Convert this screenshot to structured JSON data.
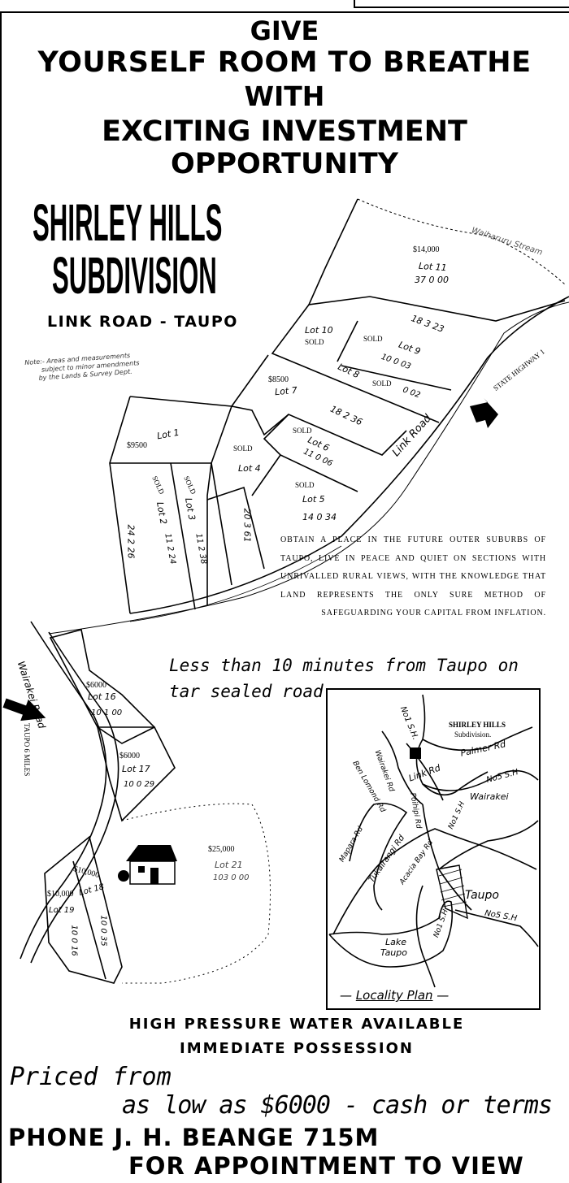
{
  "headline": {
    "line1": "GIVE",
    "line2": "YOURSELF ROOM TO BREATHE",
    "line3": "WITH",
    "line4": "EXCITING INVESTMENT",
    "line5": "OPPORTUNITY"
  },
  "subdivision": {
    "name_line1": "SHIRLEY HILLS",
    "name_line2": "SUBDIVISION",
    "location": "LINK ROAD - TAUPO",
    "note": [
      "Note:- Areas and measurements",
      "subject to minor amendments",
      "by the Lands & Survey Dept."
    ]
  },
  "lots": [
    {
      "name": "Lot 11",
      "price": "$14,000",
      "area": "37 0 00"
    },
    {
      "name": "Lot 10",
      "status": "SOLD",
      "area": "18 3 23"
    },
    {
      "name": "Lot 9",
      "status": "SOLD",
      "area": "10 0 03"
    },
    {
      "name": "Lot 8",
      "status": "SOLD",
      "area": "0 02"
    },
    {
      "name": "Lot 7",
      "price": "$8500",
      "area": "18 2 36"
    },
    {
      "name": "Lot 6",
      "status": "SOLD",
      "area": "11 0 06"
    },
    {
      "name": "Lot 5",
      "status": "SOLD",
      "area": "14 0 34"
    },
    {
      "name": "Lot 4",
      "status": "SOLD",
      "area": "20 3 61"
    },
    {
      "name": "Lot 3",
      "status": "SOLD",
      "area": "11 2 38"
    },
    {
      "name": "Lot 2",
      "status": "SOLD",
      "area": "11 2 24"
    },
    {
      "name": "Lot 1",
      "price": "$9500",
      "area": "24 2 26"
    },
    {
      "name": "Lot 16",
      "price": "$6000",
      "area": "10 1 00"
    },
    {
      "name": "Lot 17",
      "price": "$6000",
      "area": "10 0 29"
    },
    {
      "name": "Lot 21",
      "price": "$25,000",
      "area": "103 0 00"
    },
    {
      "name": "Lot 18",
      "price": "$10,000",
      "area": "10 0 35"
    },
    {
      "name": "Lot 19",
      "price": "$10,000",
      "area": "10 0 16"
    }
  ],
  "map_labels": {
    "stream": "Waiharuru Stream",
    "state_highway": "STATE HIGHWAY 1",
    "link_road": "Link Road",
    "wairakei_road": "Wairakei Road",
    "taupo_miles": "TAUPO 6 MILES"
  },
  "description": "OBTAIN A PLACE IN THE FUTURE OUTER SUBURBS OF TAUPO, LIVE IN PEACE AND QUIET ON SECTIONS WITH UNRIVALLED RURAL VIEWS, WITH THE KNOWLEDGE THAT LAND REPRESENTS THE ONLY SURE METHOD OF SAFEGUARDING YOUR CAPITAL FROM INFLATION.",
  "tagline": {
    "line1": "Less than 10 minutes from Taupo on",
    "line2": "tar sealed road"
  },
  "locality_plan": {
    "title_line1": "SHIRLEY HILLS",
    "title_line2": "Subdivision.",
    "caption": "Locality Plan",
    "labels": {
      "sh1_north": "No1 S.H.",
      "palmer": "Palmer Rd",
      "no5_sh": "No5 S.H",
      "wairakei_rd": "Wairakei Rd",
      "ben_lomond": "Ben Lomond Rd",
      "link_rd": "Link Rd",
      "poihipi": "Poihipi Rd",
      "wairakei": "Wairakei",
      "no1_sh_mid": "No1 S.H",
      "mapara": "Mapara Rd",
      "tukairangi": "Tukairangi Rd",
      "acacia_bay": "Acacia Bay Rd",
      "taupo": "Taupo",
      "no5_sh_lower": "No5 S.H",
      "lake_taupo_1": "Lake",
      "lake_taupo_2": "Taupo",
      "sh1_south": "No1 S.H"
    }
  },
  "features": {
    "line1": "HIGH PRESSURE WATER AVAILABLE",
    "line2": "IMMEDIATE POSSESSION"
  },
  "pricing": {
    "line1": "Priced from",
    "line2": "as low as $6000 - cash or terms"
  },
  "contact": {
    "line1": "PHONE J. H. BEANGE 715M",
    "line2": "FOR APPOINTMENT TO VIEW"
  }
}
